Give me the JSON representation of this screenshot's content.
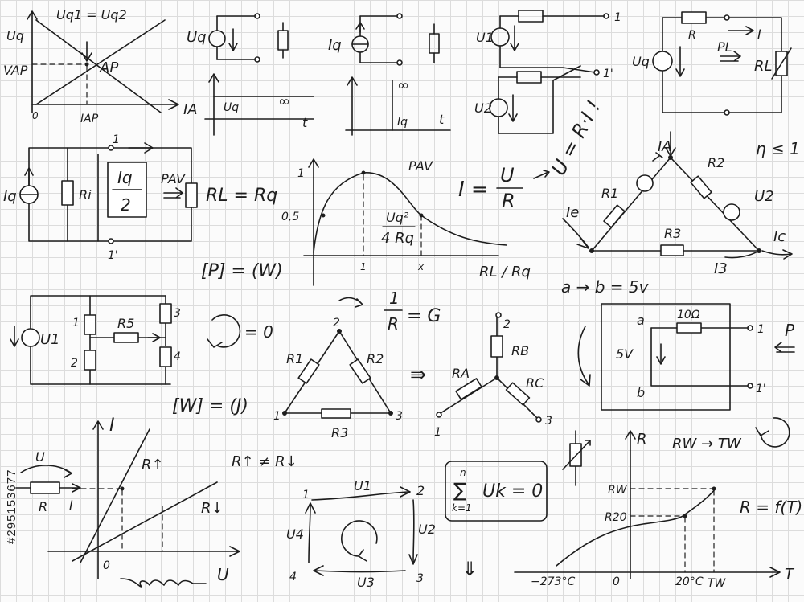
{
  "watermark": "#295153677",
  "operating_point": {
    "title": "Uq1 = Uq2",
    "y1": "Uq",
    "y2": "VAP",
    "point": "AP",
    "origin": "0",
    "x_tick": "IAP",
    "x_axis": "IA"
  },
  "source_uq": {
    "label": "Uq"
  },
  "voltage_time": {
    "level": "Uq",
    "inf": "∞",
    "t": "t"
  },
  "source_iq": {
    "label": "Iq"
  },
  "current_time": {
    "level": "Iq",
    "inf": "∞",
    "t": "t"
  },
  "series_sources": {
    "u1": "U1",
    "u2": "U2",
    "n1": "1",
    "n2": "1'"
  },
  "load_circuit": {
    "uq": "Uq",
    "r": "R",
    "p": "PL",
    "rl": "RL",
    "i": "I"
  },
  "ohm_law": {
    "u_rit": "U = R·I !",
    "eta": "η ≤ 1",
    "i_eq": "I =",
    "num": "U",
    "den": "R"
  },
  "current_divider": {
    "iq": "Iq",
    "ri": "Ri",
    "box_top": "Iq",
    "box_bot": "2",
    "pav": "PAV",
    "rl_eq": "RL = Rq",
    "n1": "1",
    "n2": "1'"
  },
  "power_curve": {
    "y1": "1",
    "y05": "0,5",
    "pav": "PAV",
    "frac_top": "Uq²",
    "frac_bot": "4 Rq",
    "x1": "1",
    "xx": "x",
    "xaxis": "RL / Rq"
  },
  "unit_p": "[P] = (W)",
  "triangle_node": {
    "ia": "IA",
    "r1": "R1",
    "r2": "R2",
    "u2": "U2",
    "ie": "Ie",
    "r3": "R3",
    "ic": "Ic",
    "i3": "I3"
  },
  "ab_text": "a → b = 5v",
  "bridge": {
    "u1": "U1",
    "n1": "1",
    "n2": "2",
    "n3": "3",
    "n4": "4",
    "r5": "R5"
  },
  "loop_zero": "= 0",
  "unit_w": "[W] = (J)",
  "delta": {
    "n2": "2",
    "n1": "1",
    "n3": "3",
    "r1": "R1",
    "r2": "R2",
    "r3": "R3"
  },
  "conductance": {
    "num": "1",
    "den": "R",
    "eq": "= G"
  },
  "equiv_arrow": "⇛",
  "star": {
    "n2": "2",
    "n1": "1",
    "n3": "3",
    "rb": "RB",
    "ra": "RA",
    "rc": "RC"
  },
  "port": {
    "a": "a",
    "b": "b",
    "r": "10Ω",
    "v": "5V",
    "n1": "1",
    "n2": "1'",
    "p": "P"
  },
  "iu_graph": {
    "i": "I",
    "u": "U",
    "r_up": "R↑",
    "r_down": "R↓",
    "origin": "0",
    "r": "R",
    "ri": "I",
    "ua": "U"
  },
  "r_neq": "R↑ ≠ R↓",
  "mesh": {
    "n1": "1",
    "n2": "2",
    "n3": "3",
    "n4": "4",
    "u1": "U1",
    "u2": "U2",
    "u3": "U3",
    "u4": "U4"
  },
  "kvl": {
    "n": "n",
    "sum": "∑",
    "k": "k=1",
    "uk": "Uk = 0"
  },
  "down_arrow": "⇓",
  "rt_graph": {
    "r": "R",
    "rw_tw": "RW → TW",
    "rw": "RW",
    "r20": "R20",
    "t_neg": "−273°C",
    "zero": "0",
    "t20": "20°C",
    "tw": "TW",
    "t": "T",
    "func": "R = f(T)"
  }
}
